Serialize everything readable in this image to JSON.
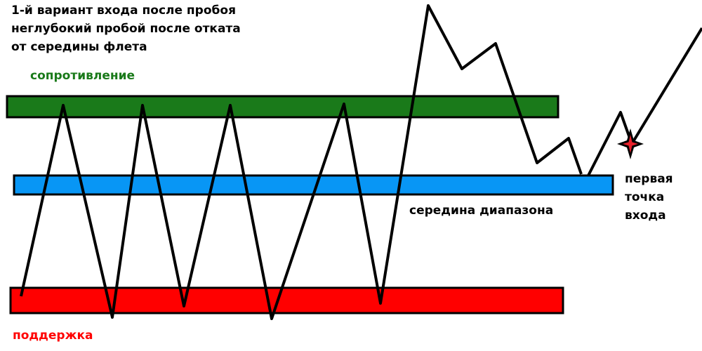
{
  "title_lines": [
    "1-й вариант входа после пробоя",
    "неглубокий пробой после отката",
    "от середины флета"
  ],
  "labels": {
    "resistance": "сопротивление",
    "middle": "середина диапазона",
    "support": "поддержка",
    "entry_lines": [
      "первая",
      "точка",
      "входа"
    ]
  },
  "colors": {
    "resistance": "#1a7a1a",
    "middle": "#0896f5",
    "support": "#ff0000",
    "star": "#e8202a",
    "resistance_text": "#1a7a1a",
    "support_text": "#ff0000"
  }
}
